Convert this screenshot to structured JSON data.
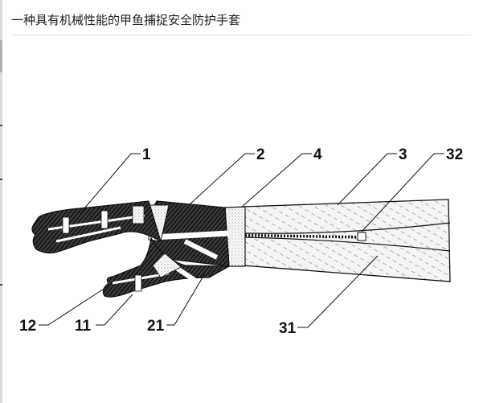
{
  "page": {
    "title": "一种具有机械性能的甲鱼捕捉安全防护手套"
  },
  "figure": {
    "labels": [
      {
        "id": "1",
        "text": "1"
      },
      {
        "id": "2",
        "text": "2"
      },
      {
        "id": "4",
        "text": "4"
      },
      {
        "id": "3",
        "text": "3"
      },
      {
        "id": "32",
        "text": "32"
      },
      {
        "id": "12",
        "text": "12"
      },
      {
        "id": "11",
        "text": "11"
      },
      {
        "id": "21",
        "text": "21"
      },
      {
        "id": "31",
        "text": "31"
      }
    ]
  }
}
